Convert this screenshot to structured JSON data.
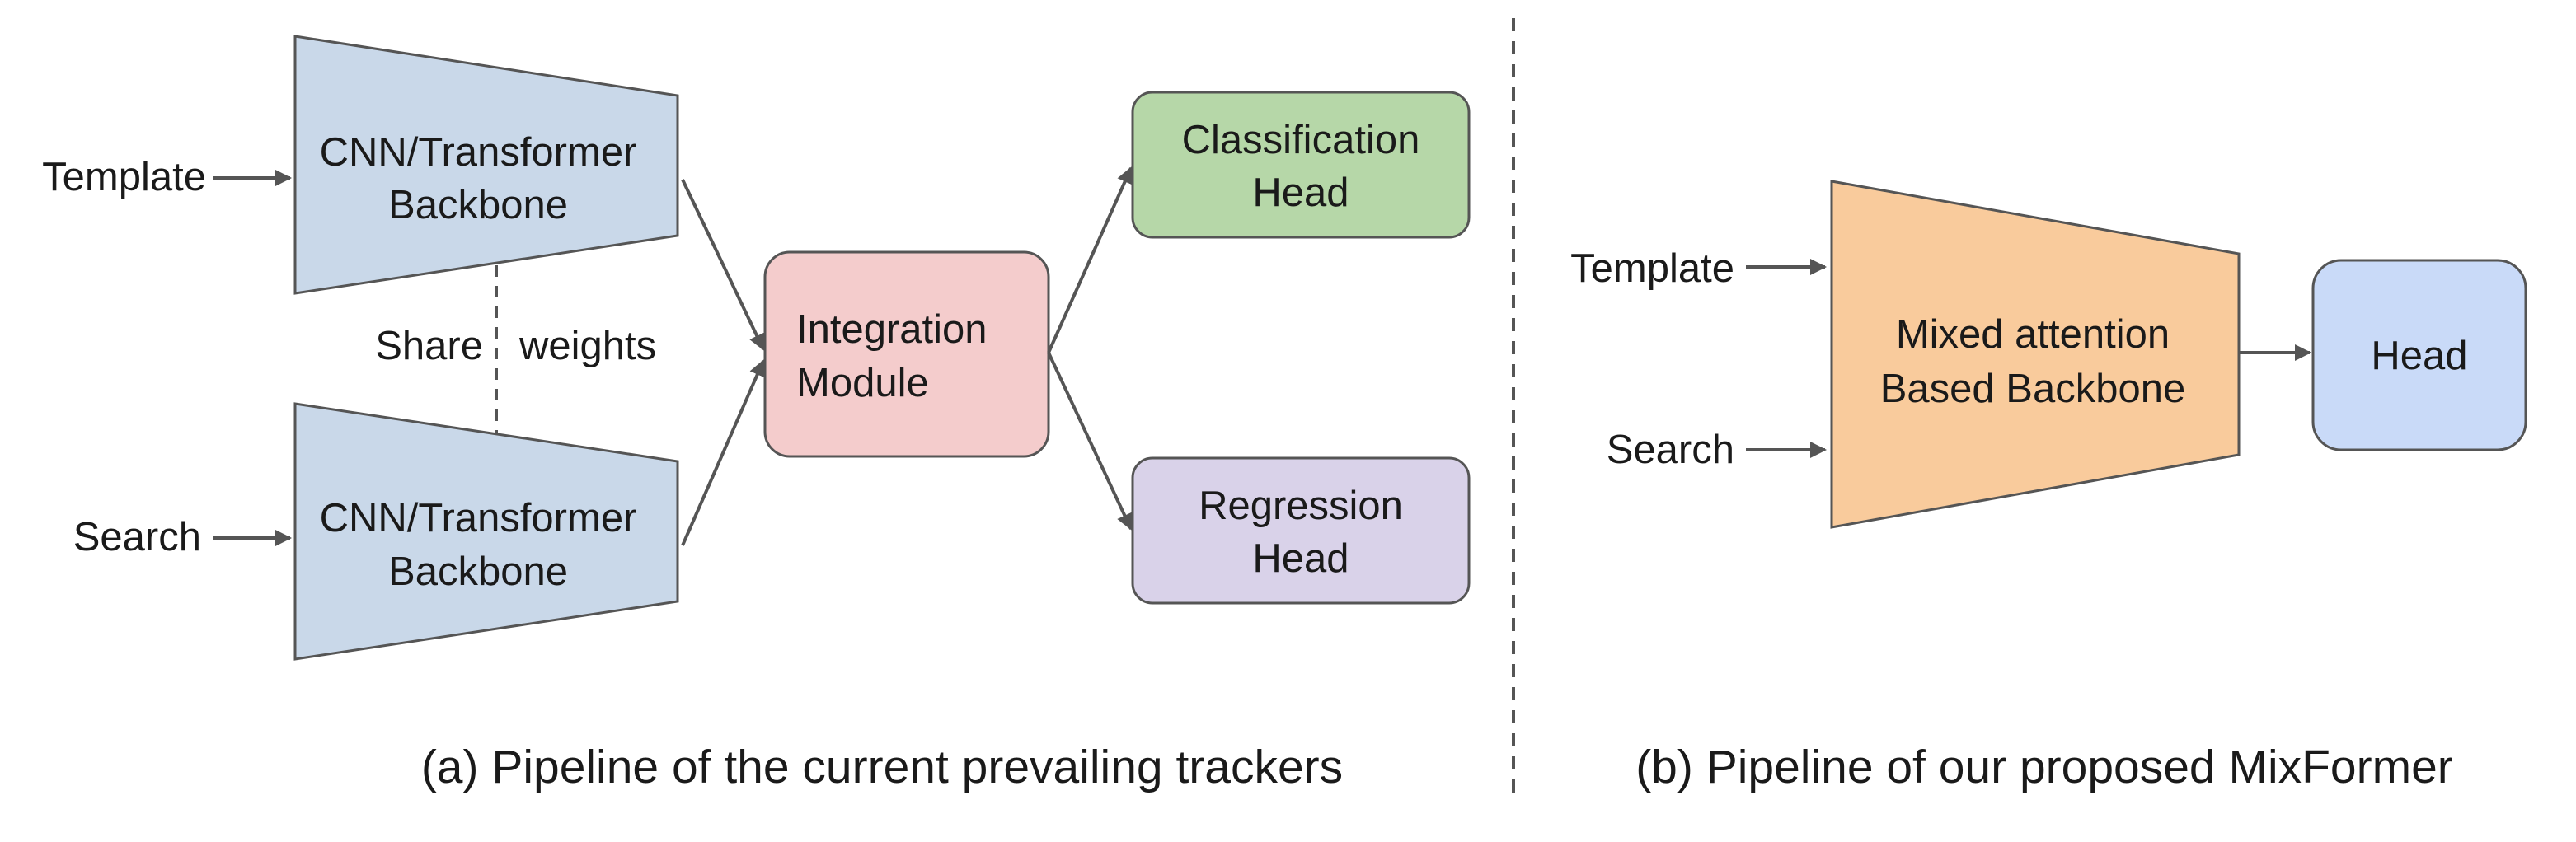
{
  "panel_a": {
    "backbone_top": {
      "line1": "CNN/Transformer",
      "line2": "Backbone"
    },
    "backbone_bottom": {
      "line1": "CNN/Transformer",
      "line2": "Backbone"
    },
    "input_template": "Template",
    "input_search": "Search",
    "share_label": "Share",
    "weights_label": "weights",
    "integration": {
      "line1": "Integration",
      "line2": "Module"
    },
    "classification_head": {
      "line1": "Classification",
      "line2": "Head"
    },
    "regression_head": {
      "line1": "Regression",
      "line2": "Head"
    },
    "caption": "(a) Pipeline of  the current prevailing trackers"
  },
  "panel_b": {
    "input_template": "Template",
    "input_search": "Search",
    "backbone": {
      "line1": "Mixed attention",
      "line2": "Based Backbone"
    },
    "head": "Head",
    "caption": "(b) Pipeline of  our proposed MixFormer"
  },
  "colors": {
    "backbone_blue": "#c9d8e9",
    "integration_pink": "#f4cccc",
    "classification_green": "#b6d7a8",
    "regression_purple": "#d9d2e9",
    "mixed_orange": "#f9cb9c",
    "head_blue": "#c9daf8",
    "outline": "#555555",
    "arrow": "#555555"
  }
}
